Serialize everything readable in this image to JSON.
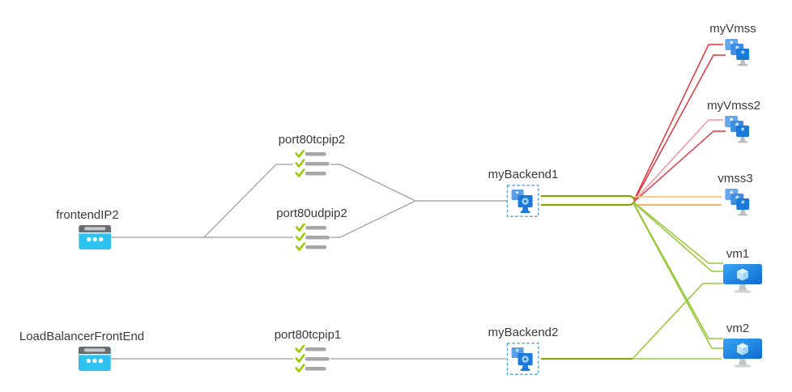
{
  "diagram": {
    "nodes": {
      "frontendIP2": {
        "label": "frontendIP2",
        "type": "frontend-ip-configuration"
      },
      "loadBalancerFrontEnd": {
        "label": "LoadBalancerFrontEnd",
        "type": "frontend-ip-configuration"
      },
      "port80tcpip2": {
        "label": "port80tcpip2",
        "type": "load-balancing-rule"
      },
      "port80udpip2": {
        "label": "port80udpip2",
        "type": "load-balancing-rule"
      },
      "port80tcpip1": {
        "label": "port80tcpip1",
        "type": "load-balancing-rule"
      },
      "myBackend1": {
        "label": "myBackend1",
        "type": "backend-pool"
      },
      "myBackend2": {
        "label": "myBackend2",
        "type": "backend-pool"
      },
      "myVmss": {
        "label": "myVmss",
        "type": "vm-scale-set"
      },
      "myVmss2": {
        "label": "myVmss2",
        "type": "vm-scale-set"
      },
      "vmss3": {
        "label": "vmss3",
        "type": "vm-scale-set"
      },
      "vm1": {
        "label": "vm1",
        "type": "virtual-machine"
      },
      "vm2": {
        "label": "vm2",
        "type": "virtual-machine"
      }
    },
    "edges": [
      {
        "from": "frontendIP2",
        "to": "port80tcpip2",
        "color": "gray"
      },
      {
        "from": "frontendIP2",
        "to": "port80udpip2",
        "color": "gray"
      },
      {
        "from": "port80tcpip2",
        "to": "myBackend1",
        "color": "gray"
      },
      {
        "from": "port80udpip2",
        "to": "myBackend1",
        "color": "gray"
      },
      {
        "from": "loadBalancerFrontEnd",
        "to": "port80tcpip1",
        "color": "gray"
      },
      {
        "from": "port80tcpip1",
        "to": "myBackend2",
        "color": "gray"
      },
      {
        "from": "myBackend1",
        "to": "myVmss",
        "color": "red",
        "lines": 2
      },
      {
        "from": "myBackend1",
        "to": "myVmss2",
        "color": "red",
        "lines": 2
      },
      {
        "from": "myBackend1",
        "to": "vmss3",
        "color": "orange",
        "lines": 2
      },
      {
        "from": "myBackend1",
        "to": "vm1",
        "color": "green",
        "lines": 2
      },
      {
        "from": "myBackend1",
        "to": "vm2",
        "color": "green",
        "lines": 2
      },
      {
        "from": "myBackend2",
        "to": "vm1",
        "color": "green",
        "lines": 1
      },
      {
        "from": "myBackend2",
        "to": "vm2",
        "color": "green",
        "lines": 1
      }
    ],
    "palette": {
      "connector_gray": "#9b9b9b",
      "connector_olive": "#85a30b",
      "connector_red": "#e5333e",
      "connector_red_light": "#f3959d",
      "connector_orange_light": "#fcc577",
      "connector_orange": "#fba85a",
      "connector_green": "#99ca3c",
      "icon_cyan": "#2ec3ee",
      "icon_blue_light": "#5c9fe8",
      "icon_blue_mid": "#3f8ee2",
      "icon_blue_dark": "#1b79dc",
      "check_green": "#97ca00",
      "label_text": "#3a3a3a"
    }
  }
}
